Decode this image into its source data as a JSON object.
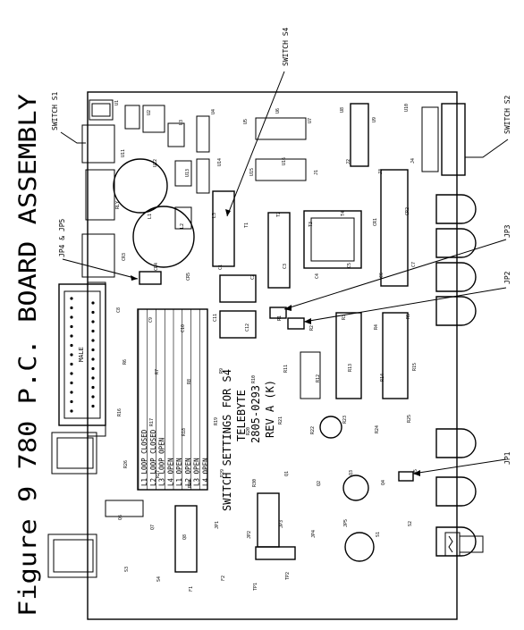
{
  "figure": {
    "caption": "Figure 9  780  P.C.  BOARD ASSEMBLY"
  },
  "callouts": {
    "switch_s1": "SWITCH S1",
    "switch_s2": "SWITCH S2",
    "switch_s4": "SWITCH S4",
    "jp4_jp5": "JP4 & JP5",
    "jp3": "JP3",
    "jp2": "JP2",
    "jp1": "JP1"
  },
  "board": {
    "switch_settings_title": "SWITCH SETTINGS FOR S4",
    "company": "TELEBYTE",
    "part_number": "2805-0293",
    "revision": "REV A (K)",
    "connector_label": "MALE",
    "switch_rows": [
      "L1 LOOP CLOSED",
      "L2 LOOP CLOSED",
      "L3 LOOP OPEN",
      "L4 OPEN",
      "L1 OPEN",
      "L2 OPEN",
      "L3 OPEN",
      "L4 OPEN"
    ],
    "component_labels": [
      "U1",
      "U2",
      "U3",
      "U4",
      "U5",
      "U6",
      "U7",
      "U8",
      "U9",
      "U10",
      "U11",
      "U12",
      "U13",
      "U14",
      "U15",
      "U16",
      "J1",
      "J2",
      "J3",
      "J4",
      "RLY",
      "L1",
      "L2",
      "L3",
      "T1",
      "T2",
      "T3",
      "T4",
      "CR1",
      "CR2",
      "CR3",
      "CR4",
      "CR5",
      "C1",
      "C2",
      "C3",
      "C4",
      "C5",
      "C6",
      "C7",
      "C8",
      "C9",
      "C10",
      "C11",
      "C12",
      "R1",
      "R2",
      "R3",
      "R4",
      "R5",
      "R6",
      "R7",
      "R8",
      "R9",
      "R10",
      "R11",
      "R12",
      "R13",
      "R14",
      "R15",
      "R16",
      "R17",
      "R18",
      "R19",
      "R20",
      "R21",
      "R22",
      "R23",
      "R24",
      "R25",
      "R26",
      "R27",
      "R28",
      "R29",
      "R30",
      "Q1",
      "Q2",
      "Q3",
      "Q4",
      "Q5",
      "Q6",
      "Q7",
      "Q8",
      "JP1",
      "JP2",
      "JP3",
      "JP4",
      "JP5",
      "S1",
      "S2",
      "S3",
      "S4",
      "F1",
      "F2",
      "TP1",
      "TP2"
    ]
  }
}
